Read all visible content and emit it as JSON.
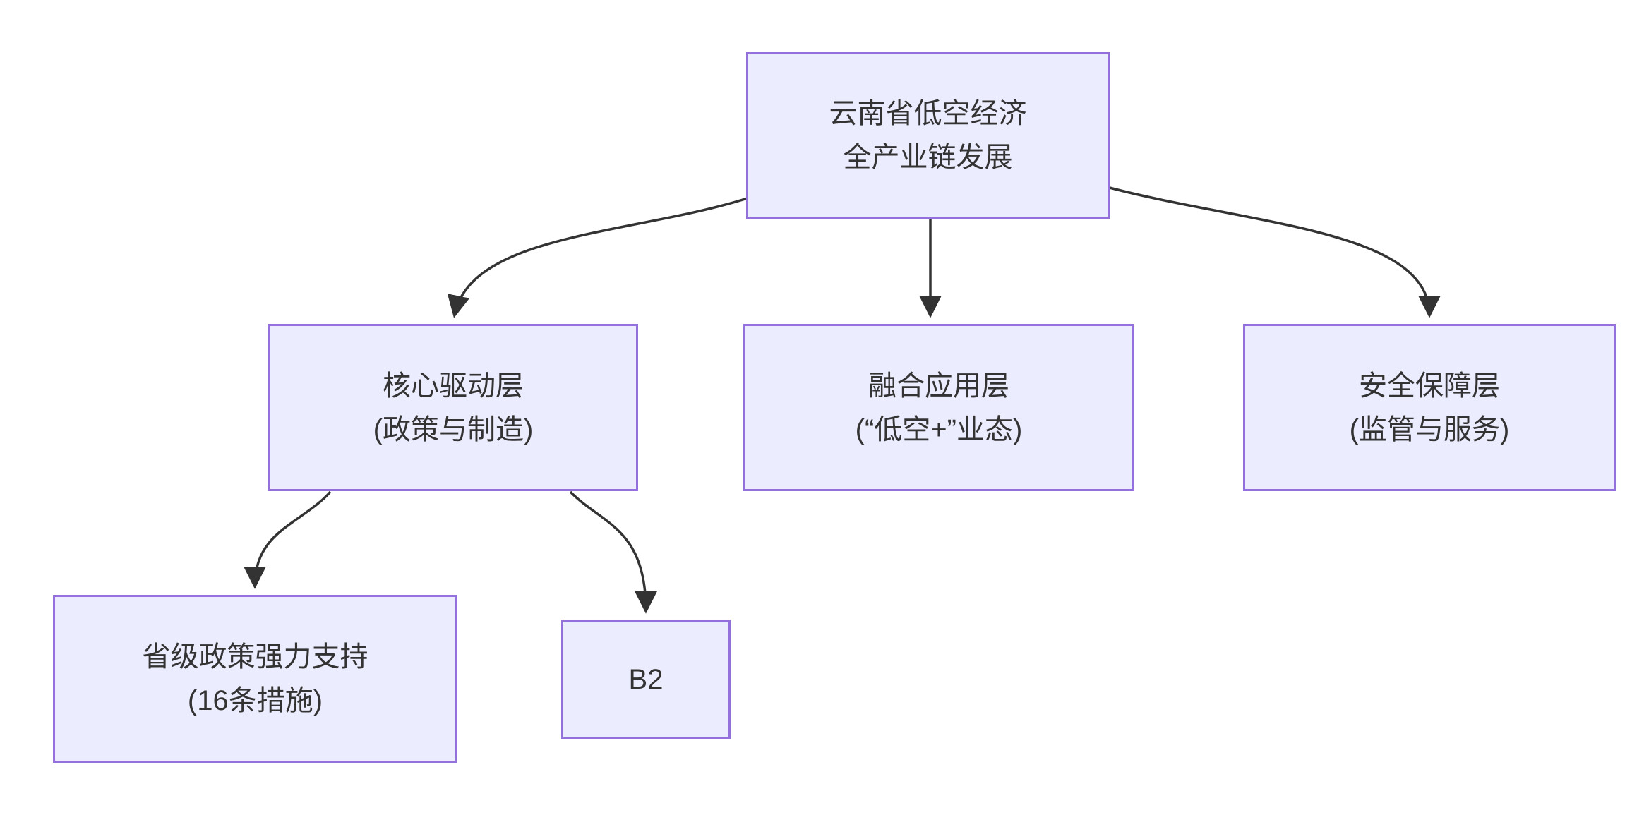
{
  "diagram": {
    "type": "flowchart",
    "direction": "top-down",
    "background": "#ffffff",
    "colors": {
      "node_fill": "#ECECFF",
      "node_border": "#9370DB",
      "edge": "#333333",
      "text": "#333333"
    },
    "nodes": {
      "root": {
        "line1": "云南省低空经济",
        "line2": "全产业链发展"
      },
      "core": {
        "line1": "核心驱动层",
        "line2": "(政策与制造)"
      },
      "fusion": {
        "line1": "融合应用层",
        "line2": "(“低空+”业态)"
      },
      "safety": {
        "line1": "安全保障层",
        "line2": "(监管与服务)"
      },
      "policy": {
        "line1": "省级政策强力支持",
        "line2": "(16条措施)"
      },
      "b2": {
        "line1": "B2"
      }
    },
    "edges": [
      {
        "from": "root",
        "to": "core"
      },
      {
        "from": "root",
        "to": "fusion"
      },
      {
        "from": "root",
        "to": "safety"
      },
      {
        "from": "core",
        "to": "policy"
      },
      {
        "from": "core",
        "to": "b2"
      }
    ]
  }
}
